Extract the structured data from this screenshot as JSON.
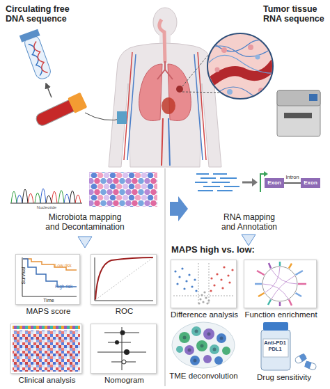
{
  "diagram": {
    "nodes": [
      {
        "text": [
          "Survival",
          "Time",
          "Low risk",
          "High risk",
          "MAPS score"
        ]
      },
      {
        "text": [
          "ROC"
        ]
      },
      {
        "text": [
          "Clinical analysis"
        ]
      },
      {
        "text": [
          "Nomogram"
        ]
      },
      {
        "text": [
          "Difference analysis"
        ]
      },
      {
        "text": [
          "Function enrichment"
        ]
      },
      {
        "text": [
          "TME deconvolution"
        ]
      },
      {
        "text": [
          "Anti-PD1 PDL1",
          "Drug sensitivity"
        ]
      },
      {
        "text": [
          "Exon"
        ]
      },
      {
        "text": [
          "Exon"
        ]
      }
    ],
    "edges": [
      {
        "from": 8,
        "to": 9,
        "label": "Intron",
        "arrow": "none"
      }
    ],
    "labels": [
      "Circulating free DNA sequence",
      "Tumor tissue RNA sequence",
      "Nucleotide",
      "Microbiota mapping and Decontamination",
      "RNA mapping and Annotation",
      "MAPS high vs. low:"
    ]
  }
}
